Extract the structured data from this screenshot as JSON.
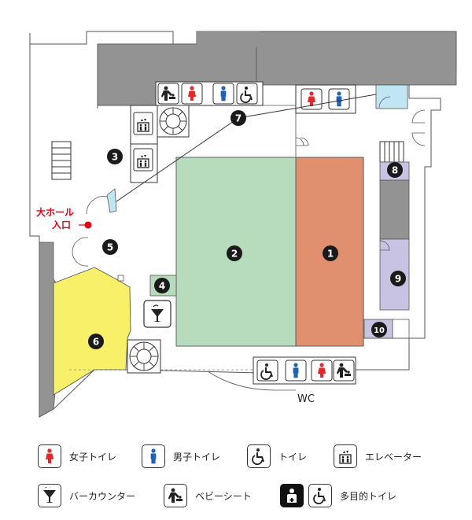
{
  "map": {
    "entrance_label_line1": "大ホール",
    "entrance_label_line2": "入口",
    "wc_label": "WC",
    "areas": [
      {
        "num": "1",
        "name": "area-1"
      },
      {
        "num": "2",
        "name": "area-2"
      },
      {
        "num": "3",
        "name": "area-3"
      },
      {
        "num": "4",
        "name": "area-4"
      },
      {
        "num": "5",
        "name": "area-5"
      },
      {
        "num": "6",
        "name": "area-6"
      },
      {
        "num": "7",
        "name": "area-7"
      },
      {
        "num": "8",
        "name": "area-8"
      },
      {
        "num": "9",
        "name": "area-9"
      },
      {
        "num": "10",
        "name": "area-10"
      }
    ],
    "colors": {
      "area1": "#e0906f",
      "area2": "#b6dcbd",
      "area6": "#f9f06a",
      "area9": "#c8c3e2",
      "gray": "#939393",
      "lightblue": "#bfe6f2",
      "female": "#e8262a",
      "male": "#1e62b6",
      "entrance_dot": "#e60012"
    }
  },
  "legend": {
    "female_toilet": "女子トイレ",
    "male_toilet": "男子トイレ",
    "toilet": "トイレ",
    "elevator": "エレベーター",
    "bar_counter": "バーカウンター",
    "baby_seat": "ベビーシート",
    "multipurpose_toilet": "多目的トイレ"
  }
}
